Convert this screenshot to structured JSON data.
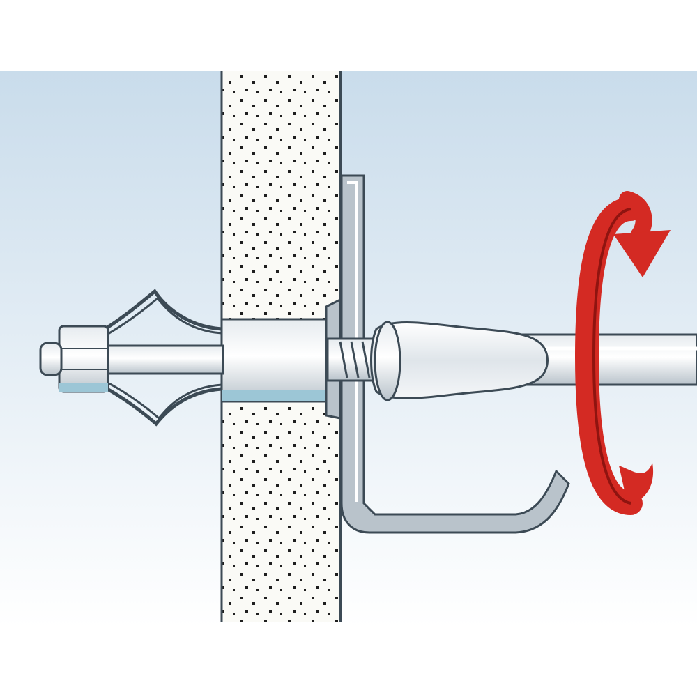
{
  "diagram": {
    "subject": "hollow-wall-anchor-installation",
    "parts": [
      "wall",
      "wall-cavity",
      "anchor-sleeve",
      "anchor-expansion-legs",
      "bracket-hook",
      "screw",
      "screwdriver"
    ],
    "colors": {
      "page": "#ffffff",
      "background_gradient_top": "#c9dceb",
      "background_gradient_bottom": "#ffffff",
      "wall_fill": "#fafaf6",
      "wall_dots": "#1e1e1e",
      "outline": "#3c4a55",
      "metal_light": "#e6ebef",
      "metal_mid": "#b9c3cb",
      "metal_dark": "#7d8a94",
      "collar_blue": "#9cc6d6",
      "rotation_arrow": "#d42a23",
      "rotation_arrow_dark": "#8f1410"
    },
    "icons": [
      "rotation-arrow-icon"
    ]
  }
}
